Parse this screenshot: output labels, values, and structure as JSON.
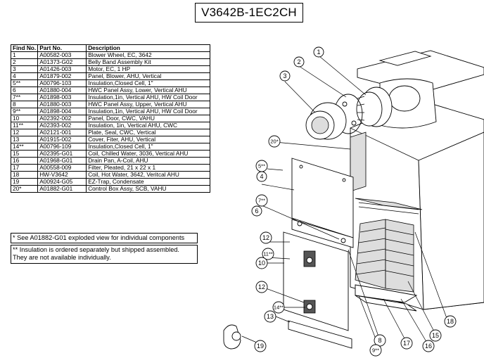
{
  "title": "V3642B-1EC2CH",
  "table": {
    "headers": [
      "Find No.",
      "Part No.",
      "Description"
    ],
    "rows": [
      [
        "1",
        "A00582-003",
        "Blower Wheel, EC, 3642"
      ],
      [
        "2",
        "A01373-G02",
        "Belly Band Assembly Kit"
      ],
      [
        "3",
        "A01426-003",
        "Motor, EC, 1 HP"
      ],
      [
        "4",
        "A01879-002",
        "Panel, Blower, AHU, Vertical"
      ],
      [
        "5**",
        "A00796-103",
        "Insulation,Closed Cell, 1\""
      ],
      [
        "6",
        "A01880-004",
        "HWC Panel Assy, Lower, Vertical AHU"
      ],
      [
        "7**",
        "A01898-003",
        "Insulation,1in, Vertical AHU, HW Coil Door"
      ],
      [
        "8",
        "A01880-003",
        "HWC Panel Assy, Upper, Vertical AHU"
      ],
      [
        "9**",
        "A01898-004",
        "Insulation,1in, Vertical AHU, HW Coil Door"
      ],
      [
        "10",
        "A02392-002",
        "Panel, Door, CWC, VAHU"
      ],
      [
        "11**",
        "A02393-002",
        "Insulation, 1in, Vertical AHU, CWC"
      ],
      [
        "12",
        "A02121-001",
        "Plate, Seal, CWC, Vertical"
      ],
      [
        "13",
        "A01915-002",
        "Cover, Fiter, AHU, Vertical"
      ],
      [
        "14**",
        "A00796-109",
        "Insulation,Closed Cell, 1\""
      ],
      [
        "15",
        "A02395-G01",
        "Coil, Chilled Water, 3036, Vertical AHU"
      ],
      [
        "16",
        "A01968-G01",
        "Drain Pan, A-Coil, AHU"
      ],
      [
        "17",
        "A00558-009",
        "Filter, Pleated, 21 x 22 x 1"
      ],
      [
        "18",
        "HW-V3642",
        "Coil, Hot Water, 3642, Veritcal AHU"
      ],
      [
        "19",
        "A00924-G05",
        "EZ-Trap, Condensate"
      ],
      [
        "20*",
        "A01882-G01",
        "Control Box Assy, SCB, VAHU"
      ]
    ]
  },
  "notes": {
    "note1": "* See A01882-G01 exploded view for individual components",
    "note2_line1": "** Insulation is ordered separately but shipped assembled.",
    "note2_line2": "They are not available individually."
  },
  "callouts": [
    "1",
    "2",
    "3",
    "20*",
    "5**",
    "4",
    "7**",
    "6",
    "12",
    "11**",
    "10",
    "12",
    "14**",
    "13",
    "19",
    "8",
    "9**",
    "17",
    "16",
    "15",
    "18"
  ]
}
